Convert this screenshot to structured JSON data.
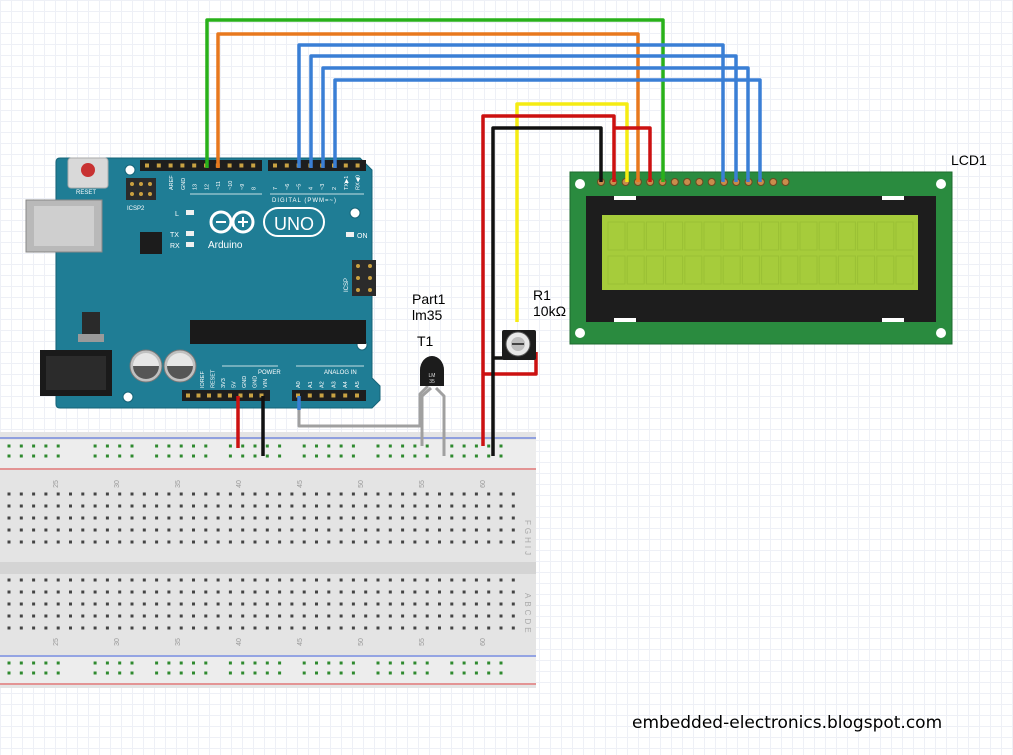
{
  "labels": {
    "lcd": "LCD1",
    "sensor_part": "Part1",
    "sensor_model": "lm35",
    "sensor_ref": "T1",
    "pot_ref": "R1",
    "pot_value": "10kΩ"
  },
  "footer": "embedded-electronics.blogspot.com",
  "arduino": {
    "brand": "Arduino",
    "model": "UNO",
    "reset": "RESET",
    "icsp2": "ICSP2",
    "icsp": "ICSP",
    "led_l": "L",
    "led_tx": "TX",
    "led_rx": "RX",
    "on": "ON",
    "digital": "DIGITAL (PWM=~)",
    "power": "POWER",
    "analog": "ANALOG IN",
    "top_pins": [
      "AREF",
      "GND",
      "13",
      "12",
      "~11",
      "~10",
      "~9",
      "8",
      "7",
      "~6",
      "~5",
      "4",
      "~3",
      "2",
      "TX▶1",
      "RX◀0"
    ],
    "power_pins": [
      "IOREF",
      "RESET",
      "3V3",
      "5V",
      "GND",
      "GND",
      "VIN"
    ],
    "analog_pins": [
      "A0",
      "A1",
      "A2",
      "A3",
      "A4",
      "A5"
    ]
  },
  "sensor_marking": [
    "LM",
    "35"
  ],
  "breadboard": {
    "column_numbers": [
      "25",
      "30",
      "35",
      "40",
      "45",
      "50",
      "55",
      "60"
    ],
    "row_letters_top": "FGHIJ",
    "row_letters_bottom": "ABCDE"
  },
  "colors": {
    "arduino": "#1f7d95",
    "lcd_board": "#2a8b3f",
    "lcd_screen": "#a6cc3b",
    "wire_green": "#29b11a",
    "wire_orange": "#e8781d",
    "wire_blue": "#3a7fd5",
    "wire_red": "#cc1111",
    "wire_black": "#111111",
    "wire_yellow": "#f5ec12",
    "wire_grey": "#a0a0a0"
  }
}
